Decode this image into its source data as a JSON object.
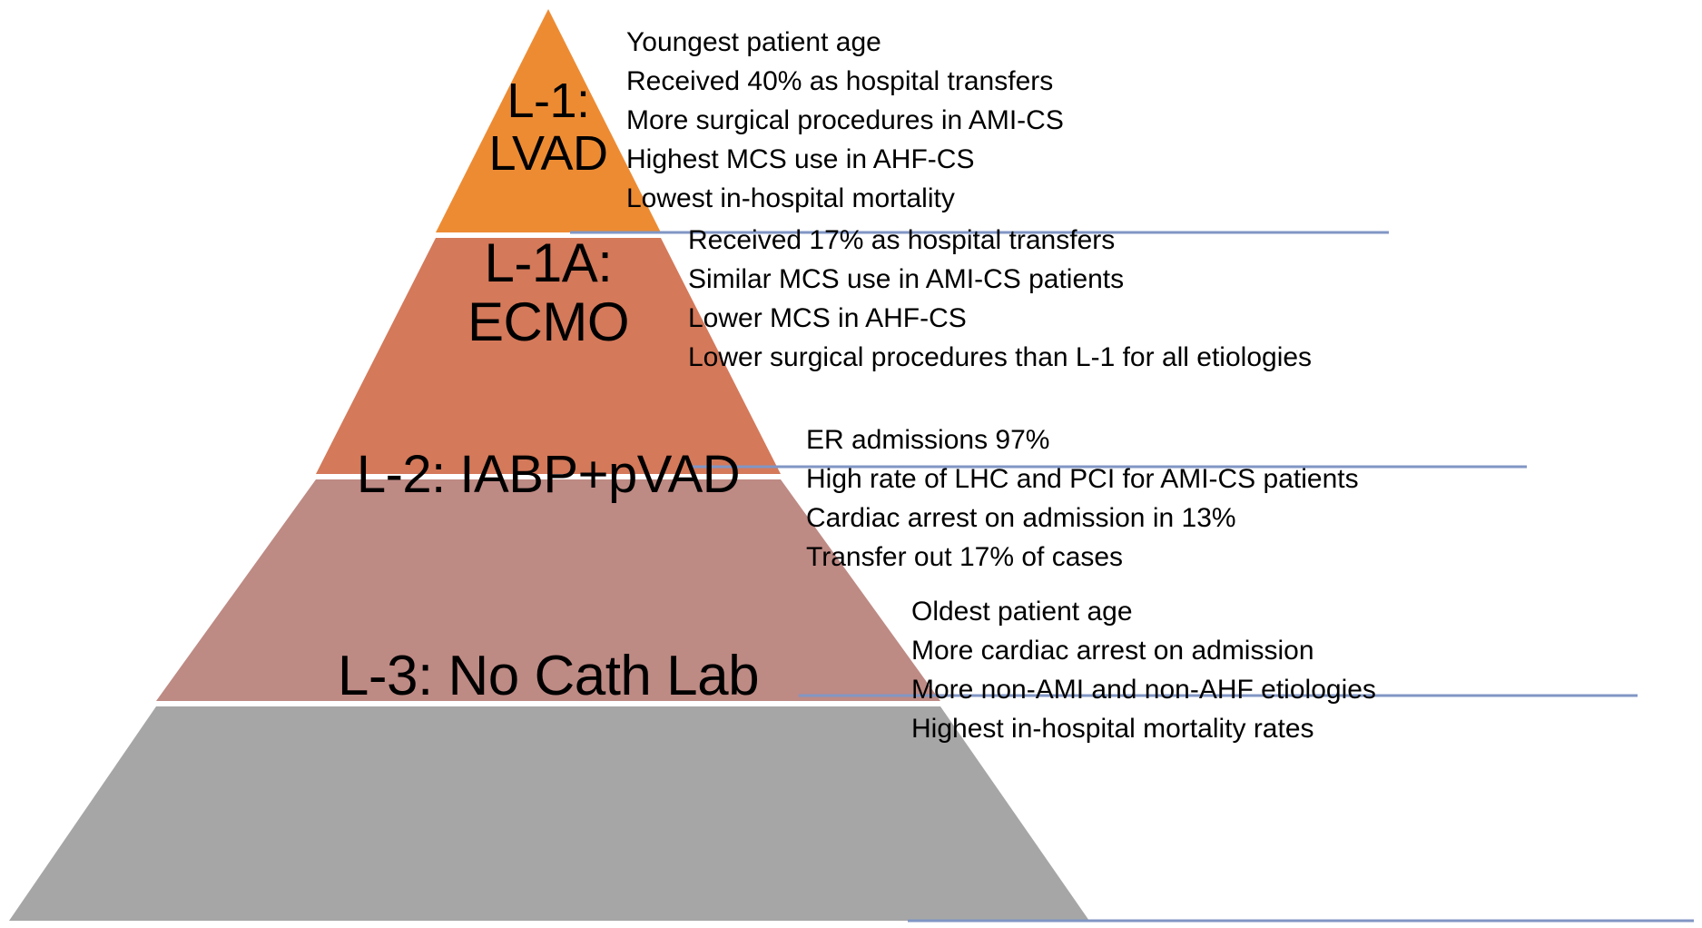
{
  "figure": {
    "type": "pyramid-diagram",
    "background_color": "#ffffff",
    "connector_line_color": "#8096c4",
    "tiers": [
      {
        "id": "l1",
        "label": "L-1:\nLVAD",
        "color": "#ED8B33",
        "notes": [
          "Youngest patient age",
          "Received 40% as hospital transfers",
          "More surgical procedures in AMI-CS",
          "Highest MCS use in AHF-CS",
          "Lowest in-hospital mortality"
        ]
      },
      {
        "id": "l1a",
        "label": "L-1A:\nECMO",
        "color": "#D4795A",
        "notes": [
          "Received 17% as hospital transfers",
          "Similar MCS use in AMI-CS patients",
          "Lower MCS in AHF-CS",
          "Lower surgical procedures than L-1 for all etiologies"
        ]
      },
      {
        "id": "l2",
        "label": "L-2: IABP+pVAD",
        "color": "#BE8A84",
        "notes": [
          "ER admissions 97%",
          "High rate of LHC and PCI for AMI-CS patients",
          "Cardiac arrest on admission in 13%",
          "Transfer out 17% of cases"
        ]
      },
      {
        "id": "l3",
        "label": "L-3: No Cath Lab",
        "color": "#A6A6A6",
        "notes": [
          "Oldest patient age",
          "More cardiac arrest on admission",
          "More non-AMI and non-AHF etiologies",
          "Highest in-hospital mortality rates"
        ]
      }
    ]
  }
}
